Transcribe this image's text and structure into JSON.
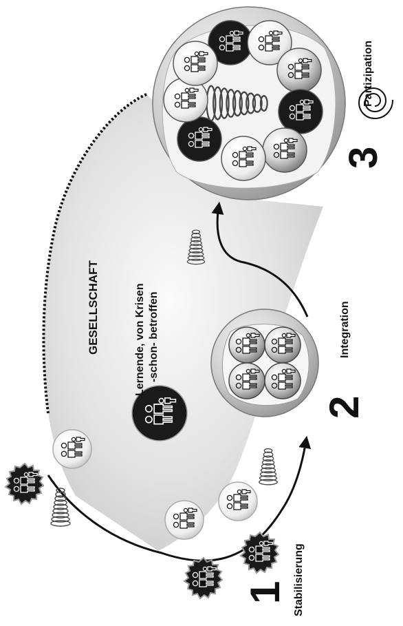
{
  "labels": {
    "society": "GESELLSCHAFT",
    "learners_line1": "Lernende, von Krisen",
    "learners_line2": "-schon- betroffen",
    "stage1_number": "1",
    "stage1_label": "Stabilisierung",
    "stage2_number": "2",
    "stage2_label": "Integration",
    "stage3_number": "3",
    "stage3_label": "Partizipation"
  },
  "icons": {
    "person_group": "people-group-icon",
    "spiral": "spiral-icon",
    "spring": "spring-coil-icon"
  },
  "colors": {
    "background": "#ffffff",
    "society_fill": "#d7d7d7",
    "dark_badge": "#1a1a1a",
    "light_badge": "#f4f4f4",
    "line": "#111111"
  }
}
